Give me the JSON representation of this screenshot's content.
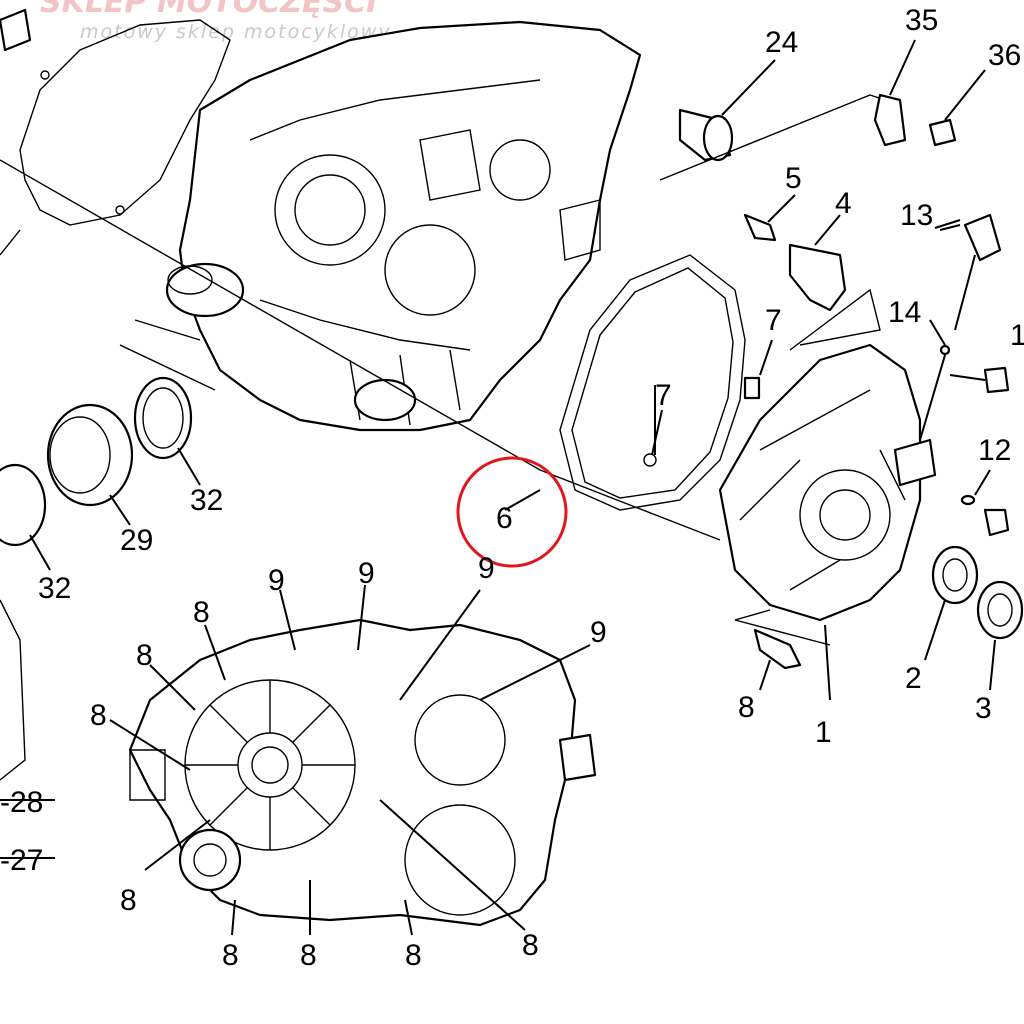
{
  "watermark": {
    "brand": "SKLEP MOTOCZĘŚCI",
    "tagline": "motowy sklep motocyklowy",
    "brand_color": "#e3151a"
  },
  "highlight": {
    "label": "6",
    "color": "#e3151a"
  },
  "callouts": [
    {
      "id": "c24",
      "text": "24"
    },
    {
      "id": "c35",
      "text": "35"
    },
    {
      "id": "c36",
      "text": "36"
    },
    {
      "id": "c5",
      "text": "5"
    },
    {
      "id": "c4",
      "text": "4"
    },
    {
      "id": "c13",
      "text": "13"
    },
    {
      "id": "c7a",
      "text": "7"
    },
    {
      "id": "c7b",
      "text": "7"
    },
    {
      "id": "c14",
      "text": "14"
    },
    {
      "id": "c1x",
      "text": "1"
    },
    {
      "id": "c12",
      "text": "12"
    },
    {
      "id": "c32a",
      "text": "32"
    },
    {
      "id": "c29",
      "text": "29"
    },
    {
      "id": "c32b",
      "text": "32"
    },
    {
      "id": "c9a",
      "text": "9"
    },
    {
      "id": "c9b",
      "text": "9"
    },
    {
      "id": "c9c",
      "text": "9"
    },
    {
      "id": "c9d",
      "text": "9"
    },
    {
      "id": "c8a",
      "text": "8"
    },
    {
      "id": "c8b",
      "text": "8"
    },
    {
      "id": "c8c",
      "text": "8"
    },
    {
      "id": "c8d",
      "text": "8"
    },
    {
      "id": "c8e",
      "text": "8"
    },
    {
      "id": "c8f",
      "text": "8"
    },
    {
      "id": "c8g",
      "text": "8"
    },
    {
      "id": "c8h",
      "text": "8"
    },
    {
      "id": "c8i",
      "text": "8"
    },
    {
      "id": "c2",
      "text": "2"
    },
    {
      "id": "c3",
      "text": "3"
    },
    {
      "id": "c1",
      "text": "1"
    },
    {
      "id": "c28",
      "text": "-28"
    },
    {
      "id": "c27",
      "text": "-27"
    }
  ]
}
